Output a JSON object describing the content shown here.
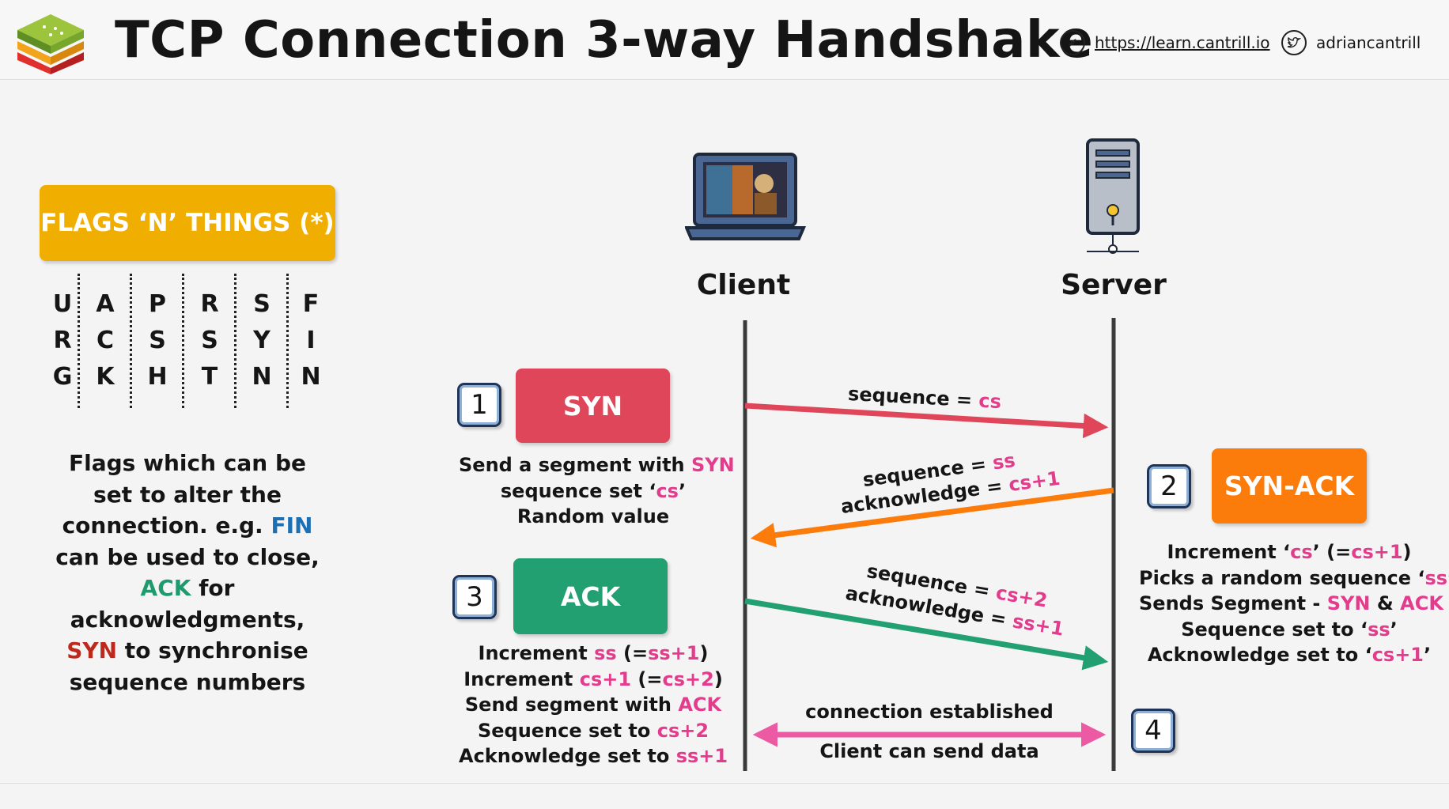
{
  "header": {
    "title": "TCP Connection 3-way Handshake",
    "site_link": "https://learn.cantrill.io",
    "twitter_handle": "adriancantrill"
  },
  "flags_panel": {
    "badge": "FLAGS ‘N’ THINGS (*)",
    "columns": [
      {
        "l1": "U",
        "l2": "R",
        "l3": "G"
      },
      {
        "l1": "A",
        "l2": "C",
        "l3": "K"
      },
      {
        "l1": "P",
        "l2": "S",
        "l3": "H"
      },
      {
        "l1": "R",
        "l2": "S",
        "l3": "T"
      },
      {
        "l1": "S",
        "l2": "Y",
        "l3": "N"
      },
      {
        "l1": "F",
        "l2": "I",
        "l3": "N"
      }
    ],
    "desc": {
      "p1": "Flags which can be set to alter the connection. e.g.",
      "fin": "FIN",
      "p2": " can be used to close, ",
      "ack": "ACK",
      "p3": " for acknowledgments,",
      "syn": "SYN",
      "p4": " to synchronise sequence numbers"
    }
  },
  "nodes": {
    "client": "Client",
    "server": "Server"
  },
  "steps": {
    "s1": {
      "num": "1",
      "label": "SYN",
      "color": "#e04659",
      "l1a": "Send a segment with ",
      "l1b": "SYN",
      "l2a": "sequence set ‘",
      "l2b": "cs",
      "l2c": "’",
      "l3": "Random value"
    },
    "s2": {
      "num": "2",
      "label": "SYN-ACK",
      "color": "#fb7c0b",
      "l1a": "Increment ‘",
      "l1b": "cs",
      "l1c": "’ (=",
      "l1d": "cs+1",
      "l1e": ")",
      "l2a": "Picks a random sequence ‘",
      "l2b": "ss",
      "l2c": "’",
      "l3a": "Sends Segment - ",
      "l3b": "SYN",
      "l3c": " & ",
      "l3d": "ACK",
      "l4a": "Sequence set to ‘",
      "l4b": "ss",
      "l4c": "’",
      "l5a": "Acknowledge set to ‘",
      "l5b": "cs+1",
      "l5c": "’"
    },
    "s3": {
      "num": "3",
      "label": "ACK",
      "color": "#22a072",
      "l1a": "Increment ",
      "l1b": "ss",
      "l1c": " (=",
      "l1d": "ss+1",
      "l1e": ")",
      "l2a": "Increment ",
      "l2b": "cs+1",
      "l2c": " (=",
      "l2d": "cs+2",
      "l2e": ")",
      "l3a": "Send segment with ",
      "l3b": "ACK",
      "l4a": "Sequence set to ",
      "l4b": "cs+2",
      "l5a": "Acknowledge set to ",
      "l5b": "ss+1"
    },
    "s4": {
      "num": "4"
    }
  },
  "arrows": {
    "a1": {
      "l1a": "sequence = ",
      "l1b": "cs",
      "color": "#e04659"
    },
    "a2": {
      "l1a": "sequence = ",
      "l1b": "ss",
      "l2a": "acknowledge = ",
      "l2b": "cs+1",
      "color": "#fb7c0b"
    },
    "a3": {
      "l1a": "sequence = ",
      "l1b": "cs+2",
      "l2a": "acknowledge = ",
      "l2b": "ss+1",
      "color": "#22a072"
    },
    "a4": {
      "top": "connection established",
      "bottom": "Client can send data",
      "color": "#ec5aa4"
    }
  },
  "colors": {
    "pink_text": "#e43c8c",
    "fin": "#1d6fb4",
    "ack": "#1e9b6e",
    "syn": "#c0281c",
    "flags_badge": "#f0ae00"
  }
}
